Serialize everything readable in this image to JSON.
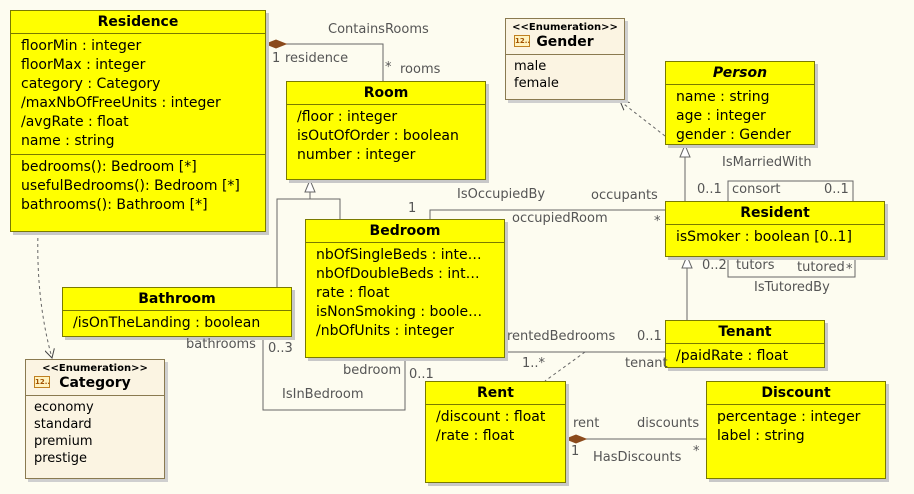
{
  "classes": {
    "residence": {
      "name": "Residence",
      "attributes": [
        "floorMin : integer",
        "floorMax : integer",
        "category : Category",
        "/maxNbOfFreeUnits : integer",
        "/avgRate : float",
        "name : string"
      ],
      "operations": [
        "bedrooms(): Bedroom [*]",
        "usefulBedrooms(): Bedroom [*]",
        "bathrooms(): Bathroom [*]"
      ]
    },
    "room": {
      "name": "Room",
      "attributes": [
        "/floor : integer",
        "isOutOfOrder : boolean",
        "number : integer"
      ]
    },
    "bedroom": {
      "name": "Bedroom",
      "attributes": [
        "nbOfSingleBeds : inte…",
        "nbOfDoubleBeds : int…",
        "rate : float",
        "isNonSmoking : boole…",
        "/nbOfUnits : integer"
      ]
    },
    "bathroom": {
      "name": "Bathroom",
      "attributes": [
        "/isOnTheLanding : boolean"
      ]
    },
    "person": {
      "name": "Person",
      "attributes": [
        "name : string",
        "age : integer",
        "gender : Gender"
      ]
    },
    "resident": {
      "name": "Resident",
      "attributes": [
        "isSmoker : boolean [0..1]"
      ]
    },
    "tenant": {
      "name": "Tenant",
      "attributes": [
        "/paidRate : float"
      ]
    },
    "rent": {
      "name": "Rent",
      "attributes": [
        "/discount : float",
        "/rate : float"
      ]
    },
    "discount": {
      "name": "Discount",
      "attributes": [
        "percentage : integer",
        "label : string"
      ]
    }
  },
  "enums": {
    "gender": {
      "stereotype": "<<Enumeration>>",
      "name": "Gender",
      "icon": "12..",
      "literals": [
        "male",
        "female"
      ]
    },
    "category": {
      "stereotype": "<<Enumeration>>",
      "name": "Category",
      "icon": "12..",
      "literals": [
        "economy",
        "standard",
        "premium",
        "prestige"
      ]
    }
  },
  "labels": {
    "containsRooms": "ContainsRooms",
    "residenceMult": "1",
    "residenceRole": "residence",
    "roomsMult": "*",
    "roomsRole": "rooms",
    "isOccupiedBy": "IsOccupiedBy",
    "occupiedBedroomMult": "1",
    "occupants": "occupants",
    "occupiedRoom": "occupiedRoom",
    "occupantsMult": "*",
    "isMarriedWith": "IsMarriedWith",
    "consort": "consort",
    "consortMultLeft": "0..1",
    "consortMultRight": "0..1",
    "tutors": "tutors",
    "tutorsMult": "0..2",
    "tutored": "tutored",
    "tutoredMult": "*",
    "isTutoredBy": "IsTutoredBy",
    "rentedBedrooms": "rentedBedrooms",
    "tenantMult": "0..1",
    "tenantRole": "tenant",
    "rentMult": "1..*",
    "bathrooms": "bathrooms",
    "bathroomsMult": "0..3",
    "bedroomRole": "bedroom",
    "bedroomMult": "0..1",
    "isInBedroom": "IsInBedroom",
    "rentRole": "rent",
    "rentOneMult": "1",
    "discountsRole": "discounts",
    "discountsMult": "*",
    "hasDiscounts": "HasDiscounts"
  },
  "colors": {
    "class_fill": "#ffff00",
    "enum_fill": "#fbf4e2",
    "line": "#555555"
  }
}
